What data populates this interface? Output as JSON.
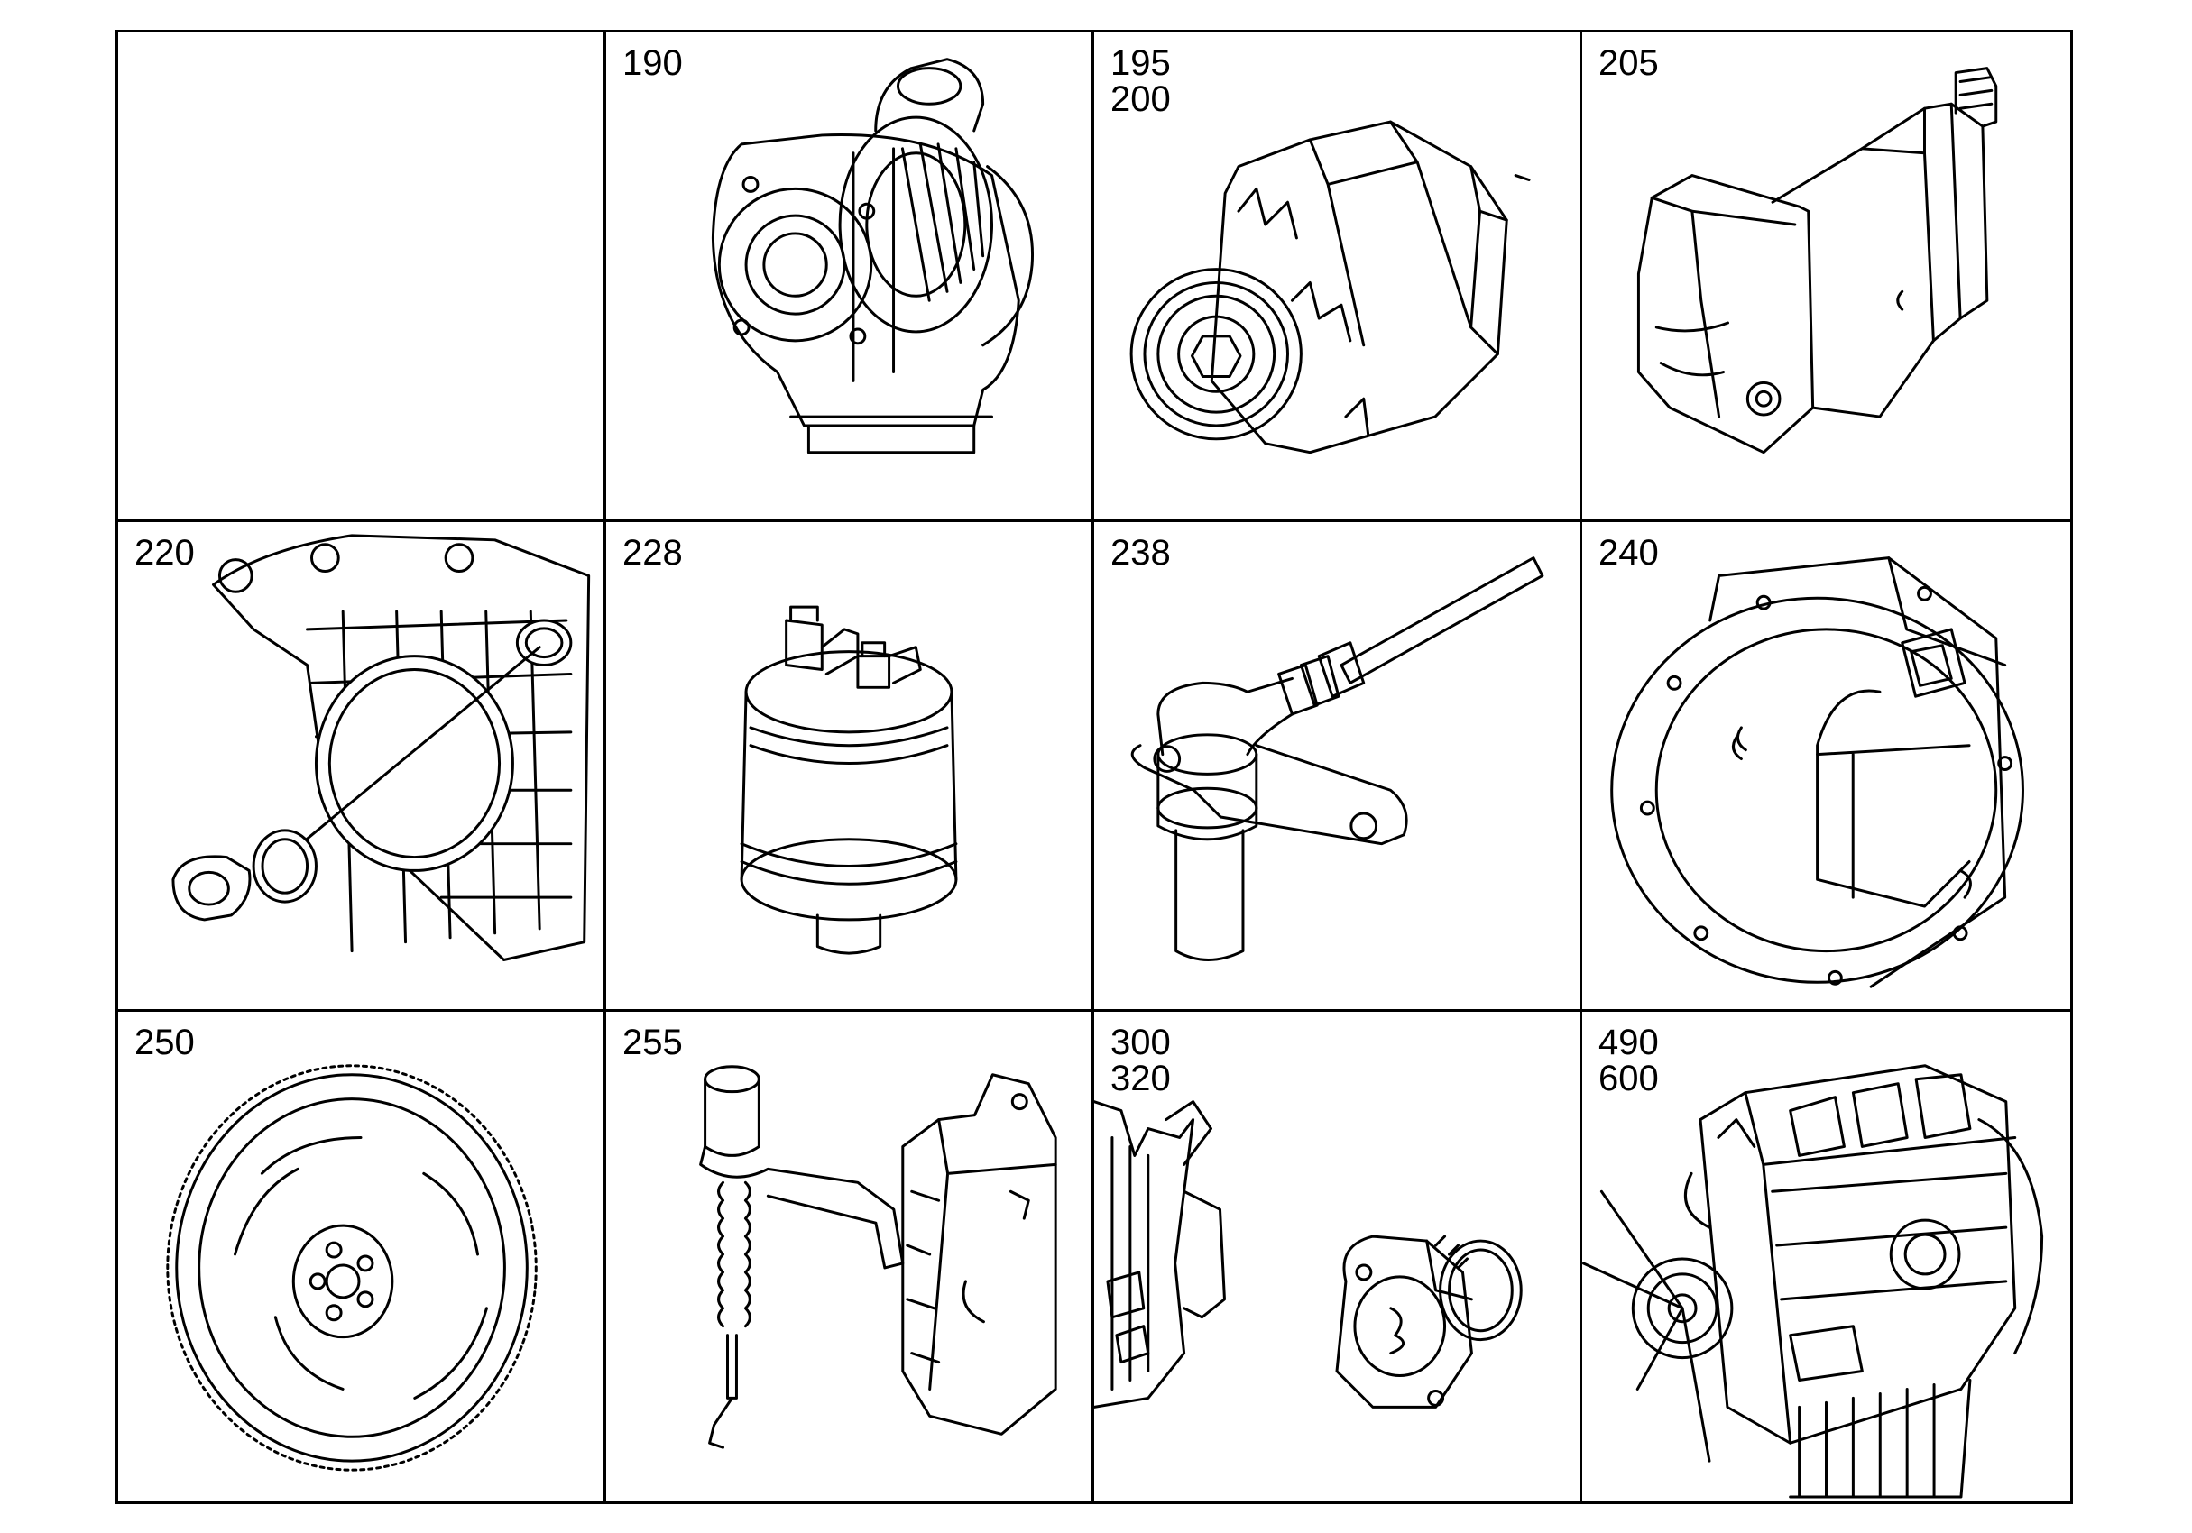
{
  "cells": [
    {
      "labels": []
    },
    {
      "labels": [
        "190"
      ],
      "icon": "turbocharger-icon"
    },
    {
      "labels": [
        "195",
        "200"
      ],
      "icon": "alternator-icon"
    },
    {
      "labels": [
        "205"
      ],
      "icon": "starter-motor-icon"
    },
    {
      "labels": [
        "220"
      ],
      "icon": "crankcase-seal-icon"
    },
    {
      "labels": [
        "228"
      ],
      "icon": "pressure-sender-icon"
    },
    {
      "labels": [
        "238"
      ],
      "icon": "speed-sensor-icon"
    },
    {
      "labels": [
        "240"
      ],
      "icon": "flywheel-housing-icon"
    },
    {
      "labels": [
        "250"
      ],
      "icon": "flywheel-icon"
    },
    {
      "labels": [
        "255"
      ],
      "icon": "injection-pump-icon"
    },
    {
      "labels": [
        "300",
        "320"
      ],
      "icon": "compressor-drive-icon"
    },
    {
      "labels": [
        "490",
        "600"
      ],
      "icon": "engine-assembly-icon"
    }
  ]
}
